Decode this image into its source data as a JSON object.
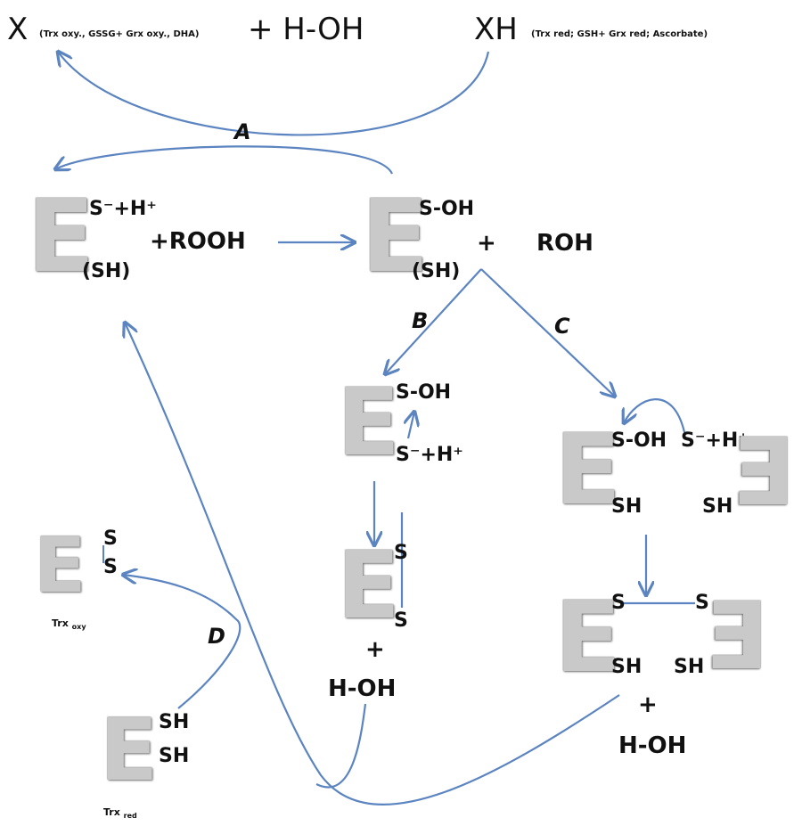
{
  "top": {
    "x_main": "X",
    "x_note": "(Trx oxy., GSSG+ Grx oxy., DHA)",
    "plus_water": "+ H-OH",
    "xh_main": "XH",
    "xh_note": "(Trx red; GSH+ Grx red; Ascorbate)"
  },
  "letters": {
    "a": "A",
    "b": "B",
    "c": "C",
    "d": "D"
  },
  "enzyme_glyph": "E",
  "state1": {
    "top": "S⁻+H⁺",
    "bottom": "(SH)"
  },
  "plus_rooh": "+ROOH",
  "state2": {
    "top": "S-OH",
    "bottom": "(SH)",
    "plus": "+",
    "roh": "ROH"
  },
  "branch_b": {
    "state_top": "S-OH",
    "state_bottom": "S⁻+H⁺",
    "ss_top": "S",
    "ss_bottom": "S",
    "plus": "+",
    "water": "H-OH"
  },
  "branch_c": {
    "left_top": "S-OH",
    "right_top": "S⁻+H⁺",
    "left_bottom": "SH",
    "right_bottom": "SH",
    "link_left": "S",
    "link_right": "S",
    "low_left": "SH",
    "low_right": "SH",
    "plus": "+",
    "water": "H-OH"
  },
  "trx_oxy": {
    "s1": "S",
    "s2": "S",
    "label": "Trx",
    "sub": "oxy"
  },
  "trx_red": {
    "sh1": "SH",
    "sh2": "SH",
    "label": "Trx",
    "sub": "red"
  },
  "colors": {
    "arrow": "#5b84c0",
    "enzyme": "#c9c9c9"
  }
}
